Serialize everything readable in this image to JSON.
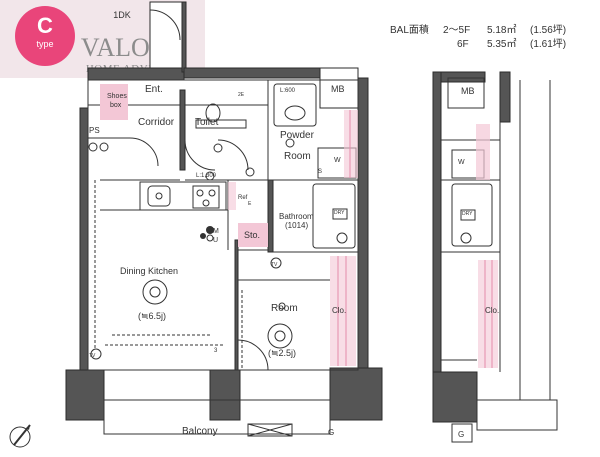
{
  "logo": {
    "badge": "type",
    "badge_letter": "C",
    "brand": "VALOR",
    "sub": "HOME ADVISE",
    "plan_type": "1DK"
  },
  "area": {
    "line1_label": "BAL面積",
    "line1_floors": "2〜5F",
    "line1_value": "5.18㎡",
    "line1_tsubo": "(1.56坪)",
    "line2_floors": "6F",
    "line2_value": "5.35㎡",
    "line2_tsubo": "(1.61坪)"
  },
  "rooms": {
    "ent": "Ent.",
    "shoes": "Shoes",
    "box": "box",
    "corridor": "Corridor",
    "toilet": "Toilet",
    "powder": "Powder",
    "powder_room": "Room",
    "bathroom": "Bathroom",
    "bathroom_size": "(1014)",
    "dining": "Dining Kitchen",
    "dining_size": "(≒6.5j)",
    "room": "Room",
    "room_size": "(≒2.5j)",
    "sto": "Sto.",
    "clo": "Clo.",
    "clo2": "Clo.",
    "balcony": "Balcony",
    "mb": "MB",
    "mb2": "MB",
    "ps": "PS",
    "g": "G",
    "g2": "G"
  },
  "fixtures": {
    "l1300": "L:1,300",
    "l600": "L:600",
    "ref": "Ref",
    "w": "W",
    "w2": "W",
    "dry": "DRY",
    "dry2": "DRY",
    "m": "M",
    "u": "U",
    "tv": "TV",
    "tv2": "TV",
    "s": "S",
    "two_e": "2E",
    "e": "E",
    "three": "3"
  },
  "colors": {
    "wall": "#2b2b2b",
    "wall_fill": "#555555",
    "pink": "#f3c7d6",
    "pink_line": "#e58cab",
    "badge": "#e8336e",
    "line": "#333333"
  }
}
